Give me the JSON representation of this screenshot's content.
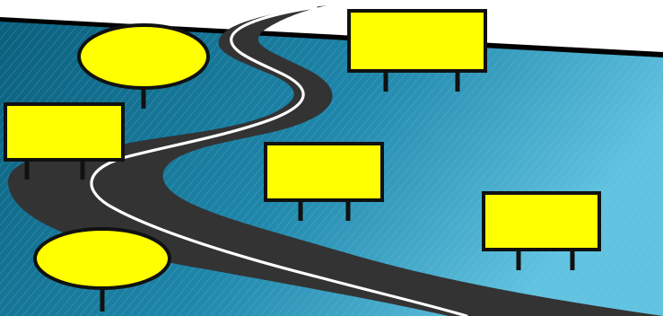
{
  "scene": {
    "colors": {
      "background_top": "#ffffff",
      "panel_dark": "#0b5f7c",
      "panel_mid": "#1f86aa",
      "panel_light": "#62c3e0",
      "hatch": "#7ed3ea",
      "shadow_band": "#000000",
      "road": "#333333",
      "road_marking": "#ffffff",
      "sign_fill": "#ffff00",
      "sign_stroke": "#111111",
      "post": "#111111"
    },
    "road": {
      "name": "winding-road"
    },
    "signs": [
      {
        "name": "oval-sign-top-left",
        "shape": "oval"
      },
      {
        "name": "rect-sign-top-right",
        "shape": "rectangle"
      },
      {
        "name": "rect-sign-left",
        "shape": "rectangle"
      },
      {
        "name": "rect-sign-center",
        "shape": "rectangle"
      },
      {
        "name": "rect-sign-right",
        "shape": "rectangle"
      },
      {
        "name": "oval-sign-bottom-left",
        "shape": "oval"
      }
    ]
  }
}
